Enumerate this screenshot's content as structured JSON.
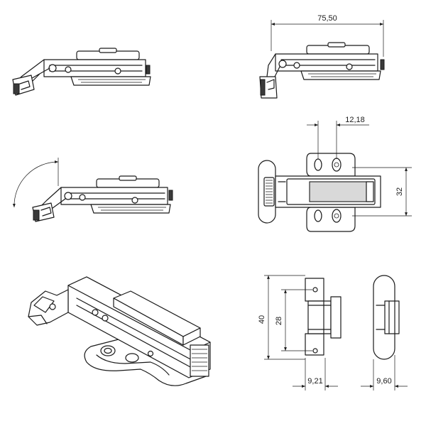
{
  "dimensions": {
    "overall_length": "75,50",
    "cup_offset": "12,18",
    "plate_height": "32",
    "plate_total": "40",
    "plate_hole_spacing": "28",
    "plate_depth": "9,21",
    "plate_side_depth": "9,60"
  }
}
